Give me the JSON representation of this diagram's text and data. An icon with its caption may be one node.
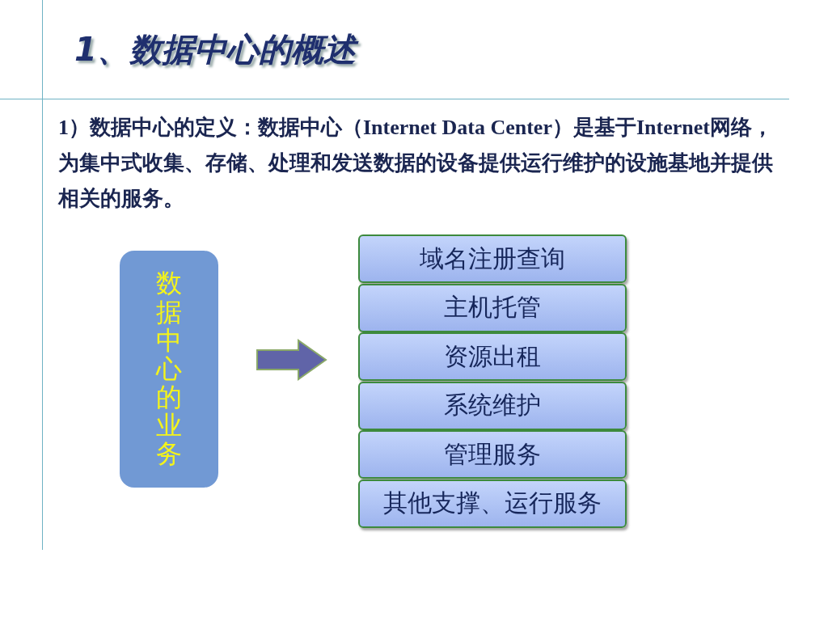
{
  "diagram": {
    "title": "1、数据中心的概述",
    "labels": [
      "1）数据中心的定义：数据中心（Internet Data Center）是基于Internet网络，为集中式收集、存储、处理和发送数据的设备提供运行维护的设施基地并提供相关的服务。"
    ],
    "nodes": [
      {
        "text": [
          "数据中心的业务"
        ]
      },
      {
        "text": [
          "域名注册查询"
        ]
      },
      {
        "text": [
          "主机托管"
        ]
      },
      {
        "text": [
          "资源出租"
        ]
      },
      {
        "text": [
          "系统维护"
        ]
      },
      {
        "text": [
          "管理服务"
        ]
      },
      {
        "text": [
          "其他支撑、运行服务"
        ]
      }
    ],
    "edges": [
      {
        "from": 0,
        "to": 3,
        "arrow": "to",
        "style": "thick"
      }
    ]
  }
}
